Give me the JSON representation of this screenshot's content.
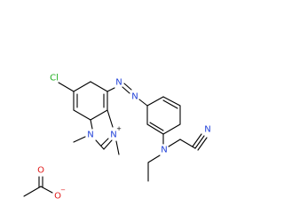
{
  "molecule": {
    "atoms": {
      "chlorine": "Cl",
      "imidazole_n1": "N",
      "imidazolium_n3": "N",
      "imidazolium_charge": "+",
      "azo_n_a": "N",
      "azo_n_b": "N",
      "amine_n": "N",
      "nitrile_n": "N",
      "acetate_o_single": "O",
      "acetate_charge": "−",
      "acetate_o_double": "O"
    },
    "colors": {
      "chlorine": "#1fae1f",
      "nitrogen": "#2040d8",
      "oxygen": "#e01818",
      "bond": "#000000"
    }
  }
}
